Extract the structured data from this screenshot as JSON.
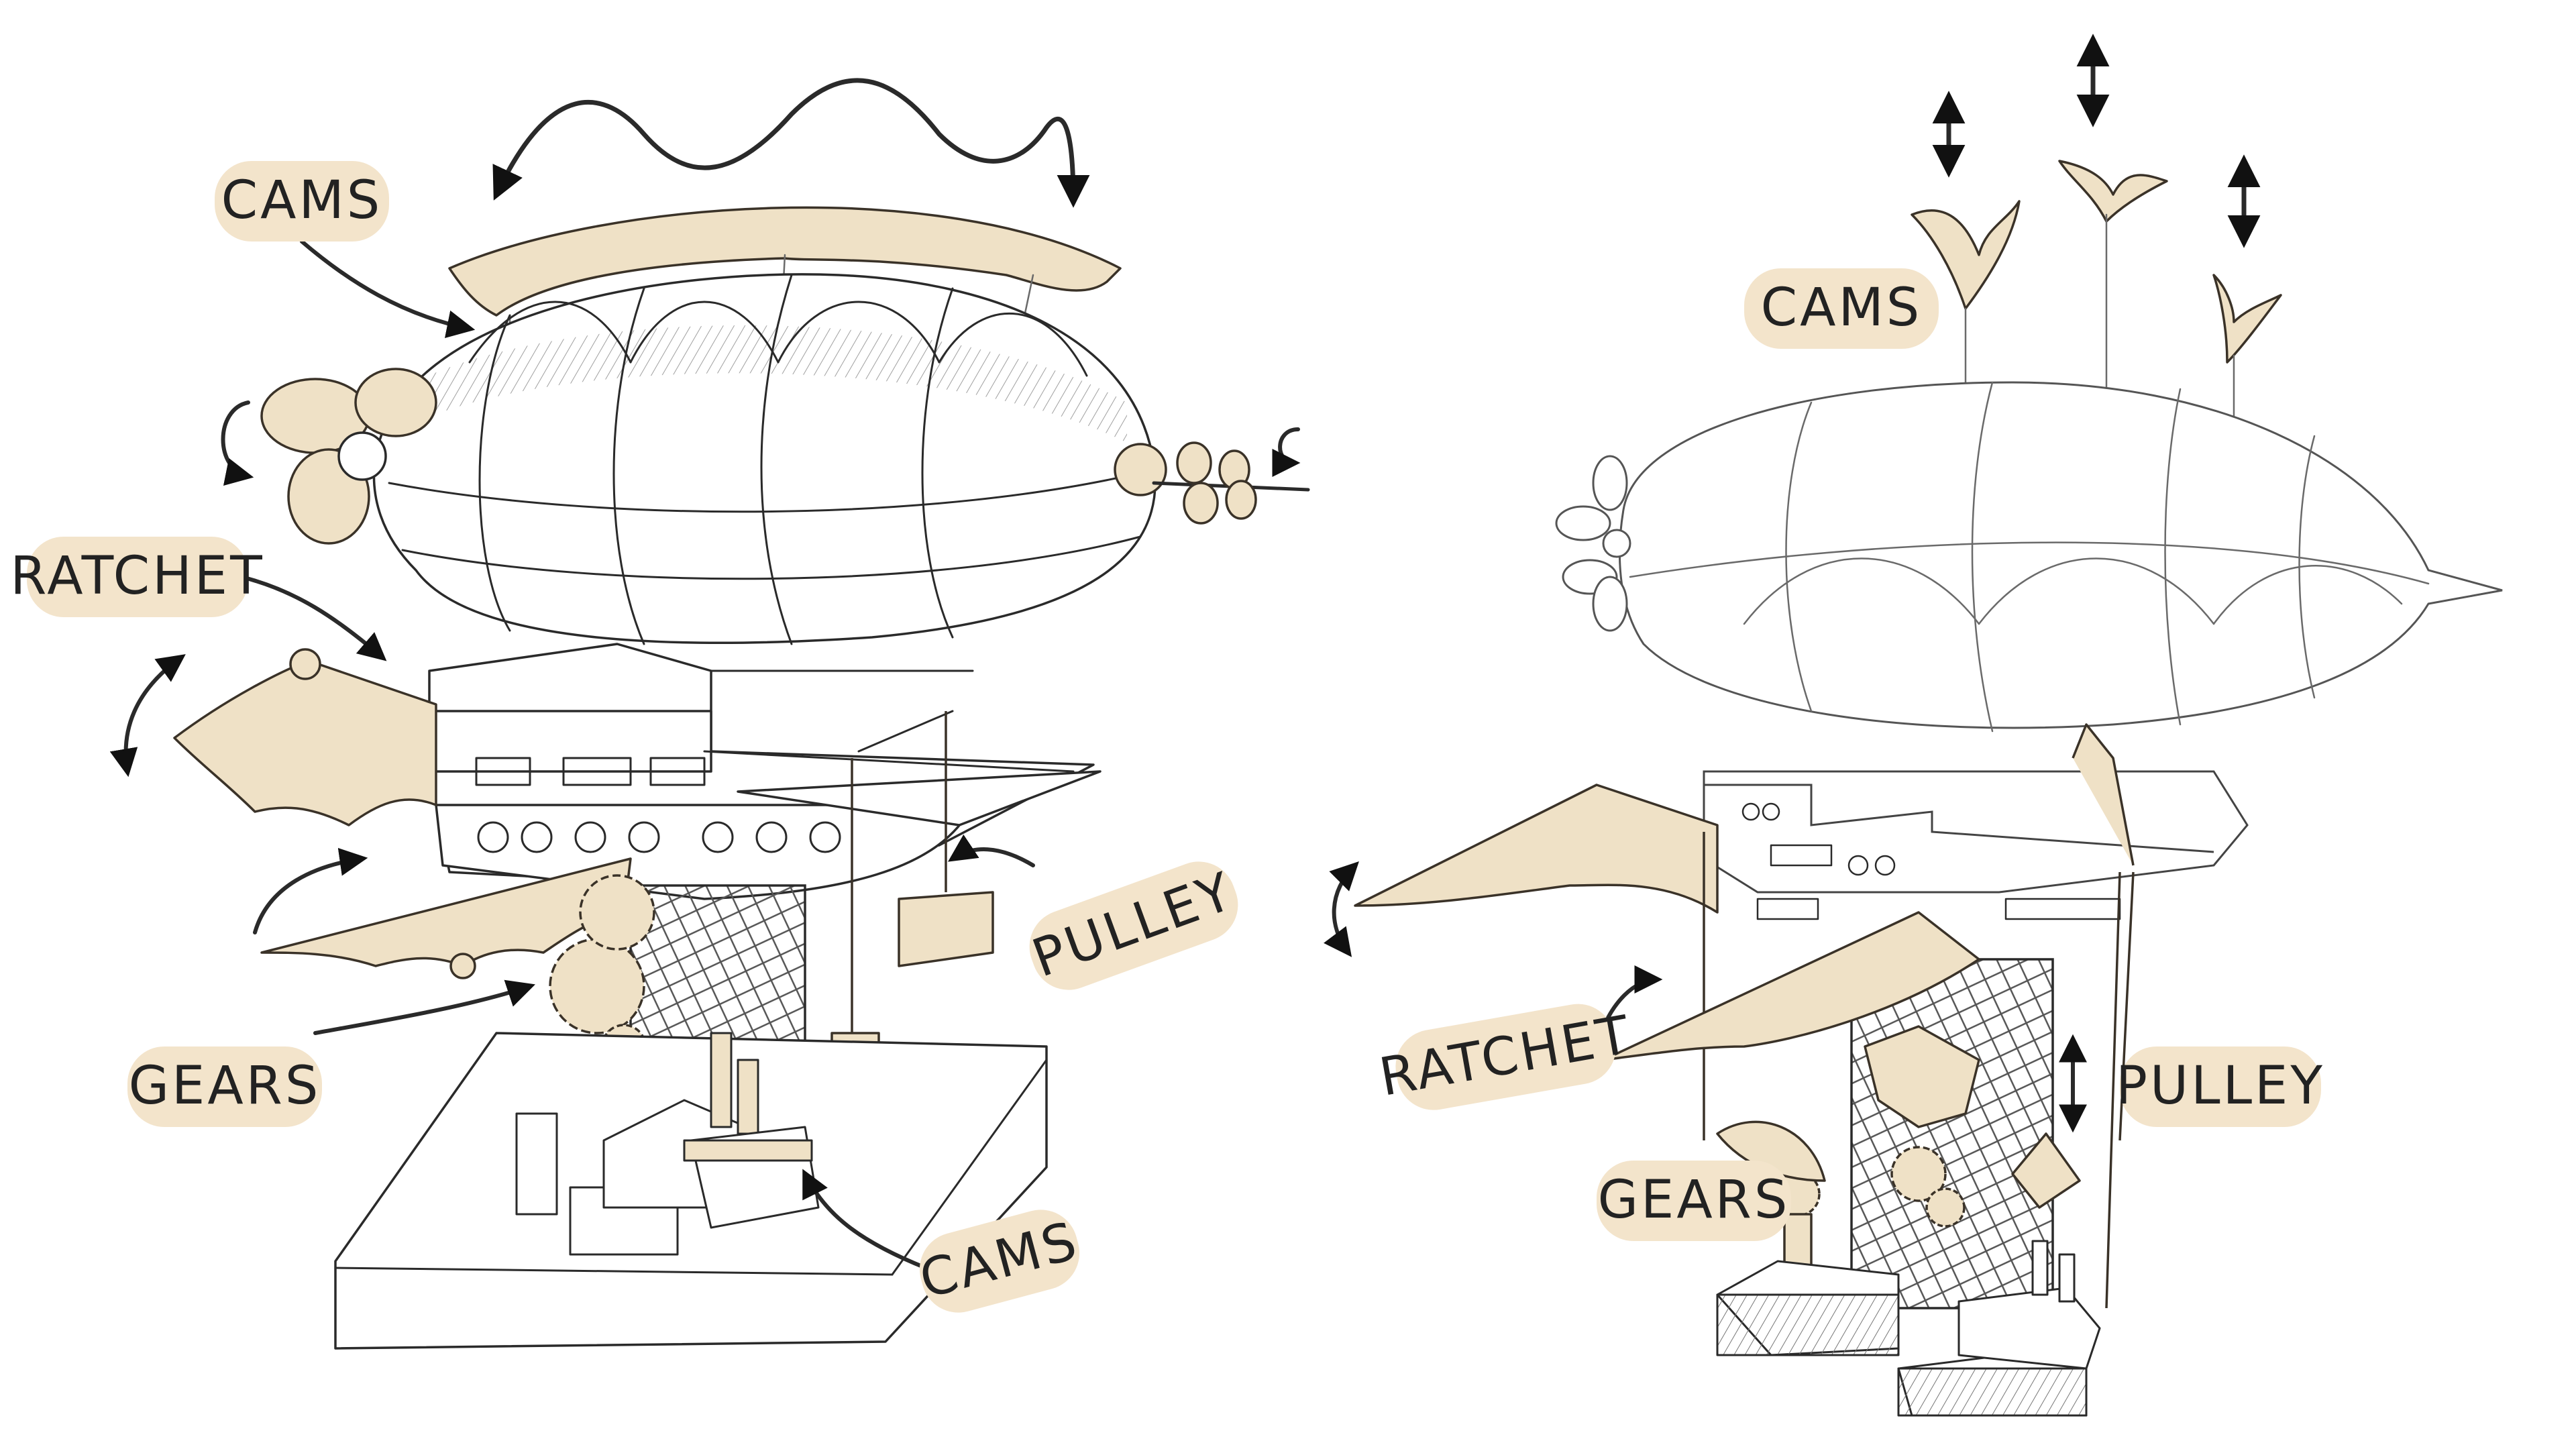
{
  "colors": {
    "label_bg": "#f3e4cb",
    "part_fill": "#efe1c6",
    "ink": "#2a2a2a",
    "paper": "#ffffff"
  },
  "left_diagram": {
    "labels": {
      "cams_top": "CAMS",
      "ratchet": "RATCHET",
      "gears": "GEARS",
      "pulley": "PULLEY",
      "cams_bottom": "CAMS"
    }
  },
  "right_diagram": {
    "labels": {
      "cams": "CAMS",
      "ratchet": "RATCHET",
      "gears": "GEARS",
      "pulley": "PULLEY"
    }
  },
  "icons": [
    "rotation-arrow-icon",
    "double-arrow-icon",
    "wavy-arrow-icon",
    "pointer-arrow-icon"
  ]
}
